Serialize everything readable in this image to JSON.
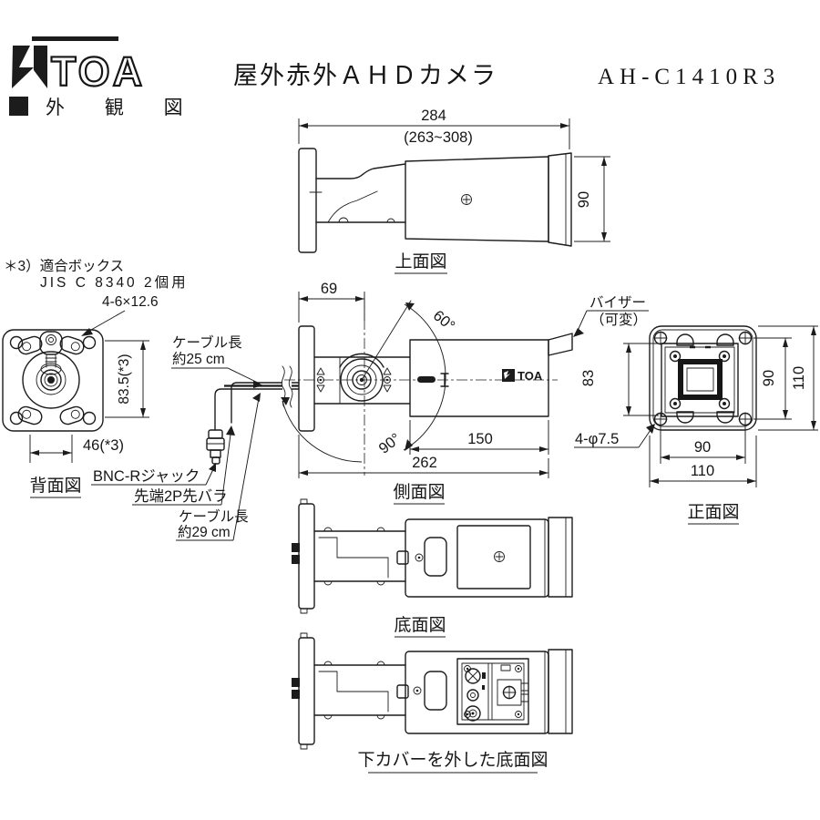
{
  "header": {
    "logo": "TOA",
    "section_label": "外 観 図",
    "title": "屋外赤外ＡＨＤカメラ",
    "model": "AH-C1410R3"
  },
  "note": {
    "line1": "＊3）適合ボックス",
    "line2": "JIS C 8340 2個用",
    "line3": "4-6×12.6"
  },
  "top_view": {
    "label": "上面図",
    "dim_width": "284",
    "dim_width_range": "(263~308)",
    "dim_height": "90"
  },
  "rear_view": {
    "label": "背面図",
    "dim_height": "83.5(*3)",
    "dim_width": "46(*3)"
  },
  "side_view": {
    "label": "側面図",
    "dim_arm": "69",
    "angle_up": "60°",
    "angle_down": "90°",
    "dim_body": "150",
    "dim_total": "262",
    "visor_line1": "バイザー",
    "visor_line2": "（可変）",
    "body_logo": "TOA"
  },
  "front_view": {
    "label": "正面図",
    "dim_inner_h": "83",
    "dim_holes_v": "90",
    "dim_outer_v": "110",
    "dim_holes_h": "90",
    "dim_outer_h": "110",
    "holes_note": "4-φ7.5"
  },
  "bottom_view": {
    "label": "底面図"
  },
  "bottom_open_view": {
    "label": "下カバーを外した底面図"
  },
  "cables": {
    "len1_line1": "ケーブル長",
    "len1_line2": "約25 cm",
    "bnc": "BNC-Rジャック",
    "tip": "先端2P先バラ",
    "len2_line1": "ケーブル長",
    "len2_line2": "約29 cm"
  }
}
